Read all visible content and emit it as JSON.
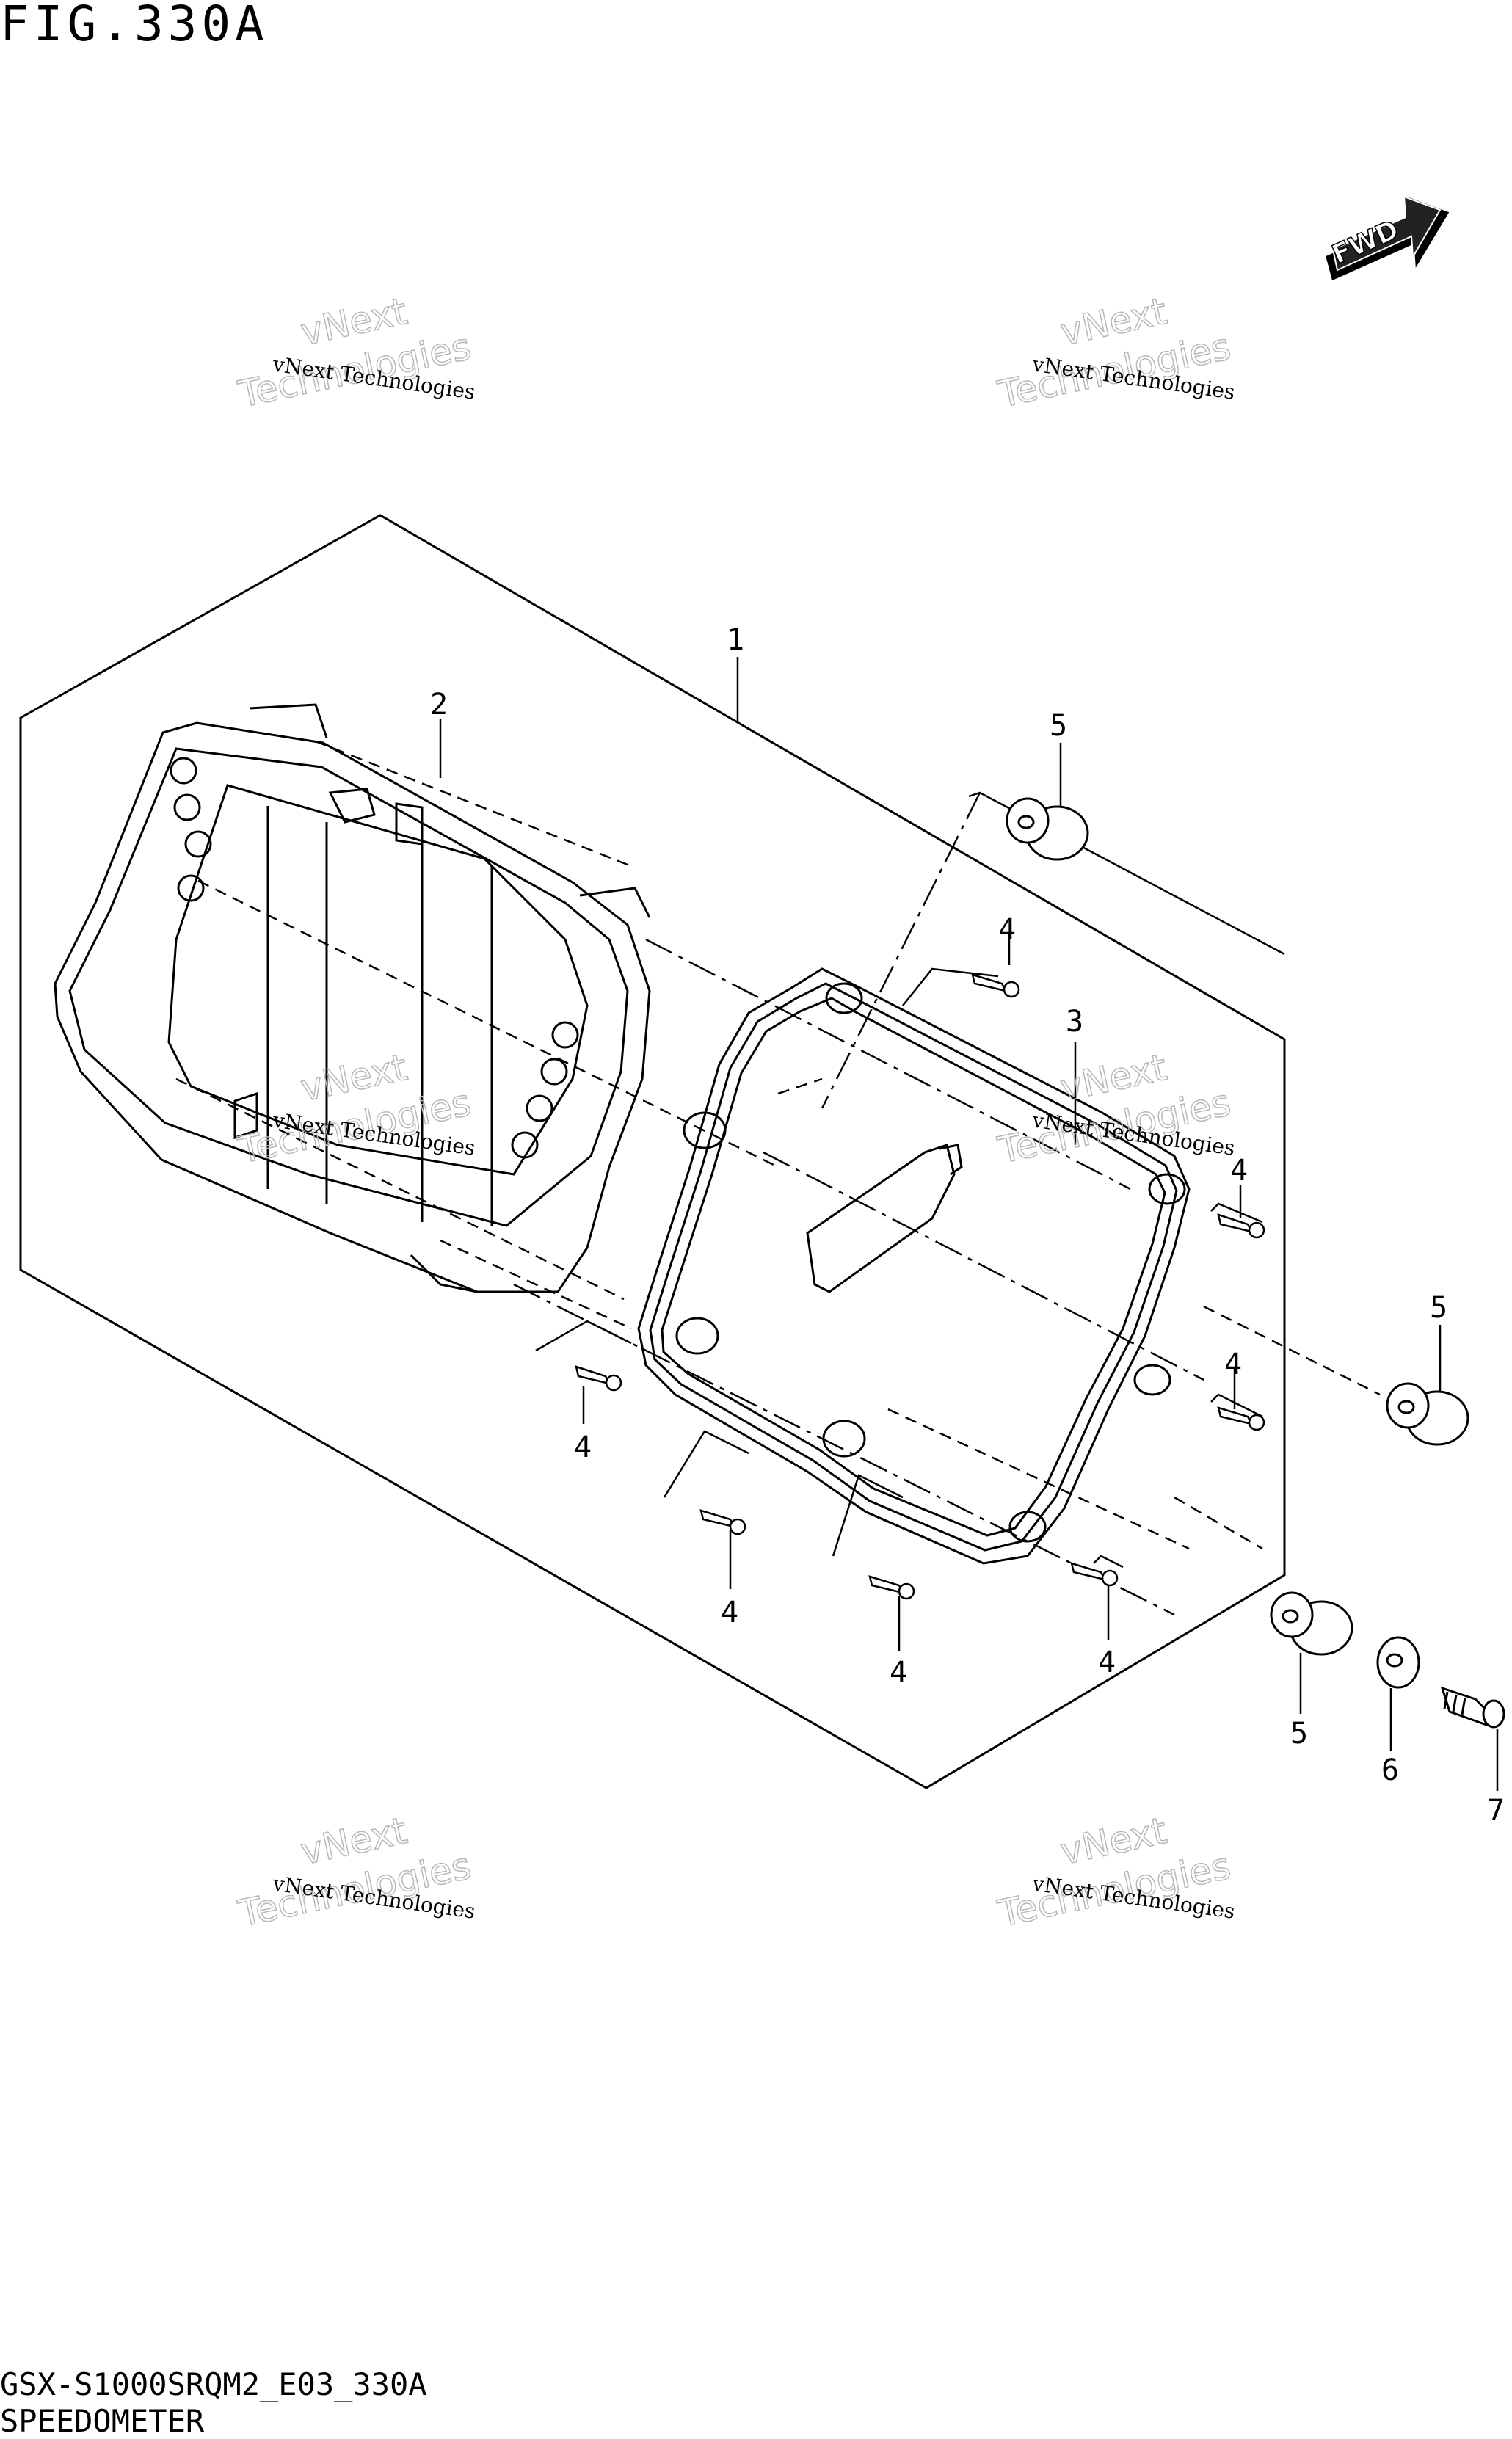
{
  "figure": {
    "title": "FIG.330A",
    "code": "GSX-S1000SRQM2_E03_330A",
    "name": "SPEEDOMETER"
  },
  "direction_indicator": {
    "label": "FWD",
    "icon": "forward-arrow-icon"
  },
  "callouts": {
    "c1": "1",
    "c2": "2",
    "c3": "3",
    "c4a": "4",
    "c4b": "4",
    "c4c": "4",
    "c4d": "4",
    "c4e": "4",
    "c4f": "4",
    "c4g": "4",
    "c5a": "5",
    "c5b": "5",
    "c5c": "5",
    "c6": "6",
    "c7": "7"
  },
  "watermark": {
    "line1": "vNext Technologies",
    "line2": "vNext",
    "line3": "Technologies"
  }
}
